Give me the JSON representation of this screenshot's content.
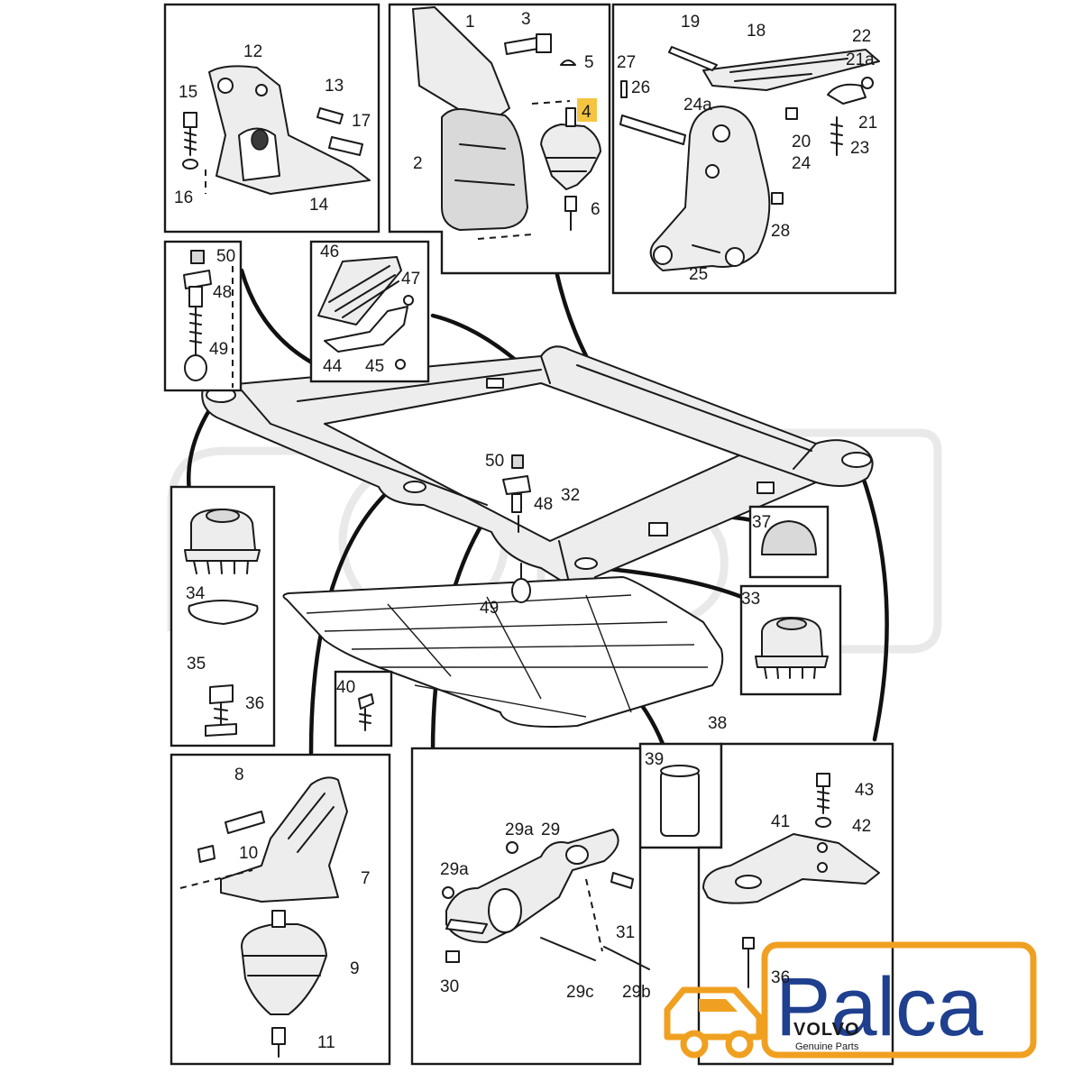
{
  "labels": {
    "p1": "1",
    "p2": "2",
    "p3": "3",
    "p4": "4",
    "p5": "5",
    "p6": "6",
    "p7": "7",
    "p8": "8",
    "p9": "9",
    "p10": "10",
    "p11": "11",
    "p12": "12",
    "p13": "13",
    "p14": "14",
    "p15": "15",
    "p16": "16",
    "p17": "17",
    "p18": "18",
    "p19": "19",
    "p20": "20",
    "p21": "21",
    "p21a": "21a",
    "p22": "22",
    "p23": "23",
    "p24": "24",
    "p24a": "24a",
    "p25": "25",
    "p26": "26",
    "p27": "27",
    "p28": "28",
    "p29": "29",
    "p29a_top": "29a",
    "p29a_left": "29a",
    "p29b": "29b",
    "p29c": "29c",
    "p30": "30",
    "p31": "31",
    "p32": "32",
    "p33": "33",
    "p34": "34",
    "p35": "35",
    "p36_left": "36",
    "p36_right": "36",
    "p37": "37",
    "p38": "38",
    "p39": "39",
    "p40": "40",
    "p41": "41",
    "p42": "42",
    "p43": "43",
    "p44": "44",
    "p45": "45",
    "p46": "46",
    "p47": "47",
    "p48_left": "48",
    "p48_center": "48",
    "p49_left": "49",
    "p49_center": "49",
    "p50_left": "50",
    "p50_center": "50"
  },
  "highlight": {
    "part": "4",
    "color": "#f5c542"
  },
  "brand": {
    "name": "Palca",
    "primary_color": "#1f3f8f",
    "accent_color": "#f0a020"
  },
  "oem": {
    "logo_text": "VOLVO",
    "genuine_text": "Genuine Parts"
  }
}
